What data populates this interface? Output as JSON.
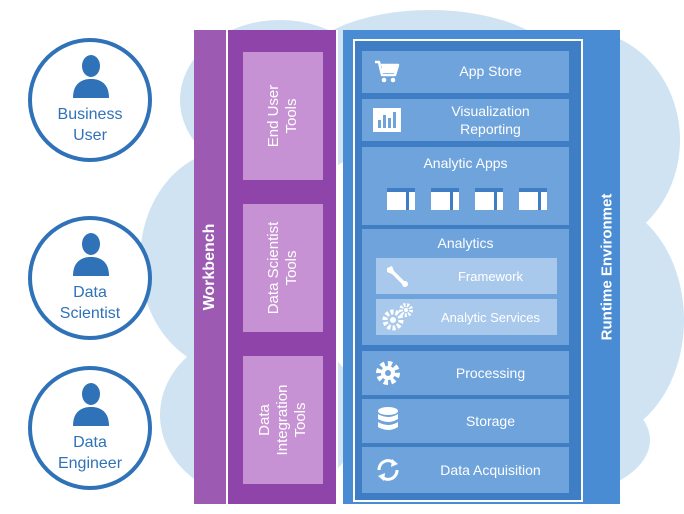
{
  "personas": [
    {
      "icon": "user-icon",
      "label_line1": "Business",
      "label_line2": "User"
    },
    {
      "icon": "user-icon",
      "label_line1": "Data",
      "label_line2": "Scientist"
    },
    {
      "icon": "user-icon",
      "label_line1": "Data",
      "label_line2": "Engineer"
    }
  ],
  "workbench": {
    "title": "Workbench",
    "tools": [
      {
        "line1": "End User",
        "line2": "Tools",
        "line3": ""
      },
      {
        "line1": "Data Scientist",
        "line2": "Tools",
        "line3": ""
      },
      {
        "line1": "Data",
        "line2": "Integration",
        "line3": "Tools"
      }
    ]
  },
  "runtime": {
    "title": "Runtime Environmet",
    "app_store": {
      "label": "App Store",
      "icon": "shopping-cart-icon"
    },
    "visualization": {
      "line1": "Visualization",
      "line2": "Reporting",
      "icon": "bar-chart-icon"
    },
    "analytic_apps": {
      "label": "Analytic Apps",
      "icon": "app-window-icon"
    },
    "analytics": {
      "label": "Analytics",
      "framework": {
        "label": "Framework",
        "icon": "wrench-icon"
      },
      "services": {
        "label": "Analytic Services",
        "icon": "gears-icon"
      }
    },
    "processing": {
      "label": "Processing",
      "icon": "gear-icon"
    },
    "storage": {
      "label": "Storage",
      "icon": "database-icon"
    },
    "acquisition": {
      "label": "Data Acquisition",
      "icon": "sync-icon"
    }
  },
  "colors": {
    "persona_blue": "#2f72b8",
    "workbench_purple": "#8e44a9",
    "tool_purple": "#c792d4",
    "runtime_blue": "#4a8cd3",
    "block_blue": "#6ea3dc",
    "cloud": "#cfe3f2"
  }
}
